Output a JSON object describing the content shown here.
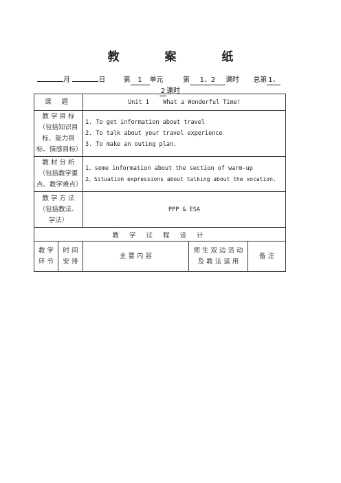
{
  "title": "教 案 纸",
  "meta": {
    "month_suffix": "月",
    "day_suffix": "日",
    "unit_prefix": "第",
    "unit_number": "1",
    "unit_suffix": "单元",
    "lesson_prefix": "第",
    "lesson_numbers": "1、2",
    "lesson_suffix": "课时",
    "total_prefix": "总第",
    "total_line1": "1、",
    "total_line2": "2",
    "total_suffix": "课时"
  },
  "rows": {
    "topic": {
      "label": "课 题",
      "value": "Unit 1    What a Wonderful Time!"
    },
    "objectives": {
      "label": "教 学 目 标（包括知识目标、能力目标、情感目标）",
      "items": [
        "1. To get information about travel",
        "2. To talk about your travel experience",
        "3. To make an outing plan."
      ]
    },
    "analysis": {
      "label": "教 材 分 析（包括教学重点、教学难点）",
      "items": [
        "1、some information about the section of warm-up",
        "2、Situation expressions about talking about the vocation."
      ]
    },
    "methods": {
      "label": "教 学 方 法（包括教法、学法）",
      "value": "PPP & ESA"
    },
    "process_header": "教 学 过 程 设 计",
    "columns": {
      "stage": "教 学 环 节",
      "time": "时 间 安 排",
      "content": "主 要 内 容",
      "activities": "师 生 双 边 活 动 及 教 法 运 用",
      "notes": "备 注"
    }
  }
}
